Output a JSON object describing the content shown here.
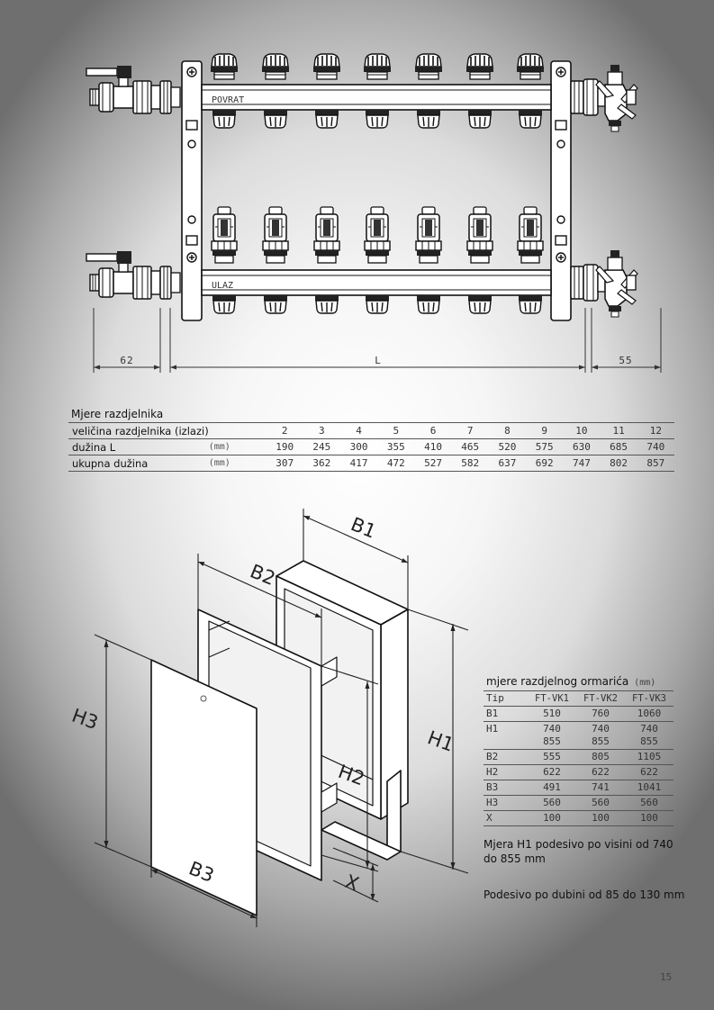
{
  "manifold": {
    "label_top": "POVRAT",
    "label_bottom": "ULAZ",
    "dim_left": "62",
    "dim_center": "L",
    "dim_right": "55"
  },
  "manifold_table": {
    "title": "Mjere razdjelnika",
    "rows": [
      {
        "label": "veličina razdjelnika (izlazi)",
        "unit": "",
        "values": [
          "2",
          "3",
          "4",
          "5",
          "6",
          "7",
          "8",
          "9",
          "10",
          "11",
          "12"
        ]
      },
      {
        "label": "dužina L",
        "unit": "(mm)",
        "values": [
          "190",
          "245",
          "300",
          "355",
          "410",
          "465",
          "520",
          "575",
          "630",
          "685",
          "740"
        ]
      },
      {
        "label": "ukupna dužina",
        "unit": "(mm)",
        "values": [
          "307",
          "362",
          "417",
          "472",
          "527",
          "582",
          "637",
          "692",
          "747",
          "802",
          "857"
        ]
      }
    ]
  },
  "cabinet": {
    "labels": {
      "b1": "B1",
      "b2": "B2",
      "b3": "B3",
      "h1": "H1",
      "h2": "H2",
      "h3": "H3",
      "x": "X"
    },
    "table_title": "mjere razdjelnog ormarića",
    "table_unit": "(mm)",
    "headers": [
      "Tip",
      "FT-VK1",
      "FT-VK2",
      "FT-VK3"
    ],
    "rows": [
      {
        "k": "B1",
        "v": [
          [
            "510"
          ],
          [
            "760"
          ],
          [
            "1060"
          ]
        ]
      },
      {
        "k": "H1",
        "v": [
          [
            "740",
            "855"
          ],
          [
            "740",
            "855"
          ],
          [
            "740",
            "855"
          ]
        ]
      },
      {
        "k": "B2",
        "v": [
          [
            "555"
          ],
          [
            "805"
          ],
          [
            "1105"
          ]
        ]
      },
      {
        "k": "H2",
        "v": [
          [
            "622"
          ],
          [
            "622"
          ],
          [
            "622"
          ]
        ]
      },
      {
        "k": "B3",
        "v": [
          [
            "491"
          ],
          [
            "741"
          ],
          [
            "1041"
          ]
        ]
      },
      {
        "k": "H3",
        "v": [
          [
            "560"
          ],
          [
            "560"
          ],
          [
            "560"
          ]
        ]
      },
      {
        "k": "X",
        "v": [
          [
            "100"
          ],
          [
            "100"
          ],
          [
            "100"
          ]
        ]
      }
    ],
    "note1": "Mjera H1 podesivo po visini od 740 do 855 mm",
    "note2": "Podesivo po dubini od 85 do 130 mm"
  },
  "page_number": "15"
}
